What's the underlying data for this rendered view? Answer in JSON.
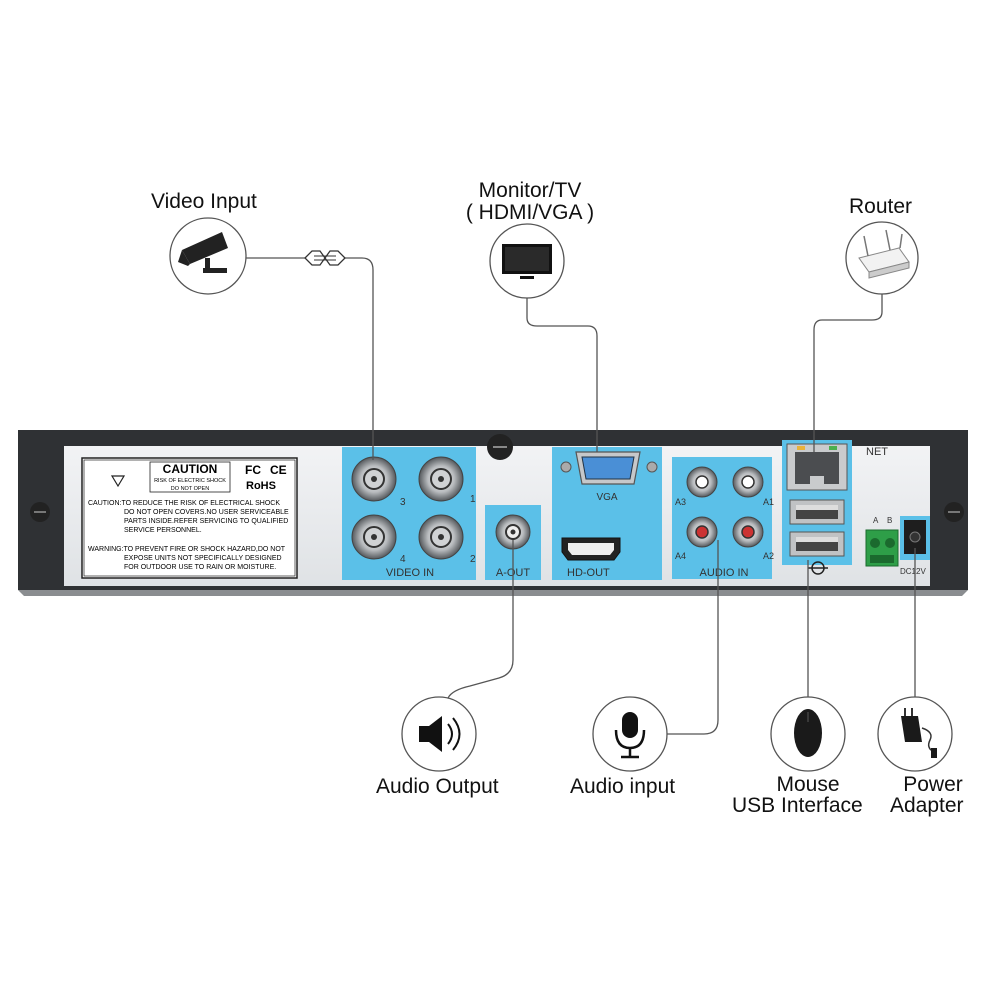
{
  "labels": {
    "video_input": "Video Input",
    "monitor_tv": "Monitor/TV",
    "monitor_tv_sub": "( HDMI/VGA )",
    "router": "Router",
    "audio_output": "Audio Output",
    "audio_input": "Audio input",
    "mouse": "Mouse",
    "usb_interface": "USB Interface",
    "power": "Power",
    "adapter": "Adapter"
  },
  "panel": {
    "video_in": "VIDEO IN",
    "a_out": "A-OUT",
    "vga": "VGA",
    "hd_out": "HD-OUT",
    "audio_in": "AUDIO IN",
    "net": "NET",
    "dc12v": "DC12V",
    "rs485_a": "A",
    "rs485_b": "B",
    "ch1": "1",
    "ch2": "2",
    "ch3": "3",
    "ch4": "4",
    "a1": "A1",
    "a2": "A2",
    "a3": "A3",
    "a4": "A4"
  },
  "warning_box": {
    "caution_title": "CAUTION",
    "caution_sub1": "RISK OF ELECTRIC SHOCK",
    "caution_sub2": "DO NOT OPEN",
    "fc": "FC",
    "ce": "CE",
    "rohs": "RoHS",
    "line1": "CAUTION:TO REDUCE THE RISK OF ELECTRICAL SHOCK",
    "line2": "DO NOT OPEN COVERS.NO USER SERVICEABLE",
    "line3": "PARTS INSIDE.REFER SERVICING TO QUALIFIED",
    "line4": "SERVICE PERSONNEL.",
    "line5": "WARNING:TO PREVENT FIRE OR SHOCK HAZARD,DO NOT",
    "line6": "EXPOSE UNITS NOT SPECIFICALLY DESIGNED",
    "line7": "FOR OUTDOOR USE TO RAIN OR MOISTURE."
  },
  "colors": {
    "highlight": "#5bc0e8",
    "chassis": "#2e3033",
    "panel": "#e9ebed",
    "wire": "#555555"
  }
}
